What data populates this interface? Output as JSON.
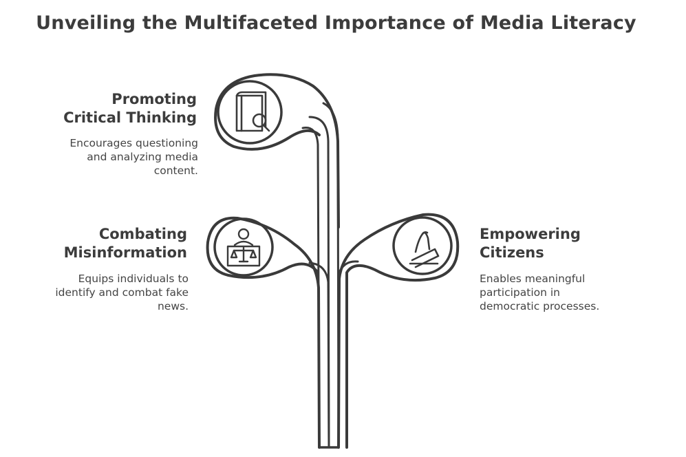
{
  "title": "Unveiling the Multifaceted Importance of Media Literacy",
  "items": [
    {
      "heading_line1": "Promoting",
      "heading_line2": "Critical Thinking",
      "description": "Encourages questioning and analyzing media content.",
      "icon": "book-magnifier-icon"
    },
    {
      "heading_line1": "Combating",
      "heading_line2": "Misinformation",
      "description": "Equips individuals to identify and combat fake news.",
      "icon": "justice-scales-icon"
    },
    {
      "heading_line1": "Empowering",
      "heading_line2": "Citizens",
      "description": "Enables meaningful participation in democratic processes.",
      "icon": "ballot-vote-icon"
    }
  ],
  "colors": {
    "stroke": "#3a3a3a",
    "background": "#ffffff"
  }
}
